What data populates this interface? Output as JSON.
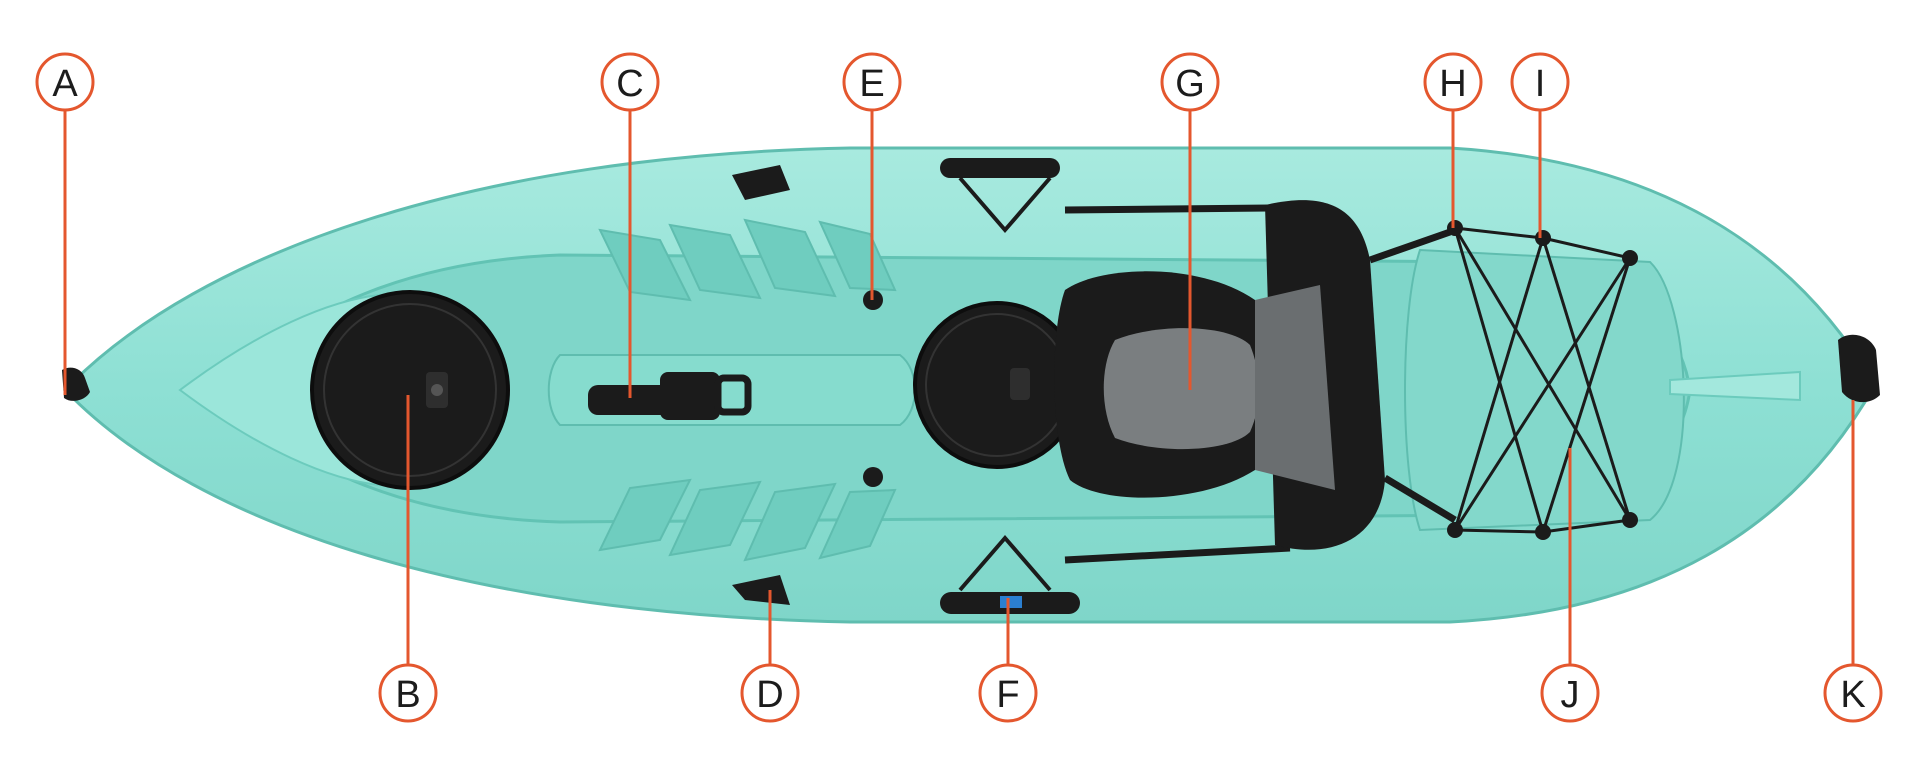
{
  "colors": {
    "accent": "#e4572e",
    "hull": "#8ee0d4",
    "hull_shadow": "#62c3b4",
    "hull_light": "#b6ede5",
    "fitting_black": "#1b1b1b",
    "seat_grey": "#7a7e80"
  },
  "icons": {
    "hatch": "round-hatch-cover-icon",
    "rod_holder": "flush-rod-holder-icon",
    "seat": "padded-seat-icon",
    "handle": "carry-handle-icon",
    "bungee": "bungee-deck-rigging-icon"
  },
  "callouts": [
    {
      "id": "a",
      "label": "A"
    },
    {
      "id": "b",
      "label": "B"
    },
    {
      "id": "c",
      "label": "C"
    },
    {
      "id": "d",
      "label": "D"
    },
    {
      "id": "e",
      "label": "E"
    },
    {
      "id": "f",
      "label": "F"
    },
    {
      "id": "g",
      "label": "G"
    },
    {
      "id": "h",
      "label": "H"
    },
    {
      "id": "i",
      "label": "I"
    },
    {
      "id": "j",
      "label": "J"
    },
    {
      "id": "k",
      "label": "K"
    }
  ]
}
